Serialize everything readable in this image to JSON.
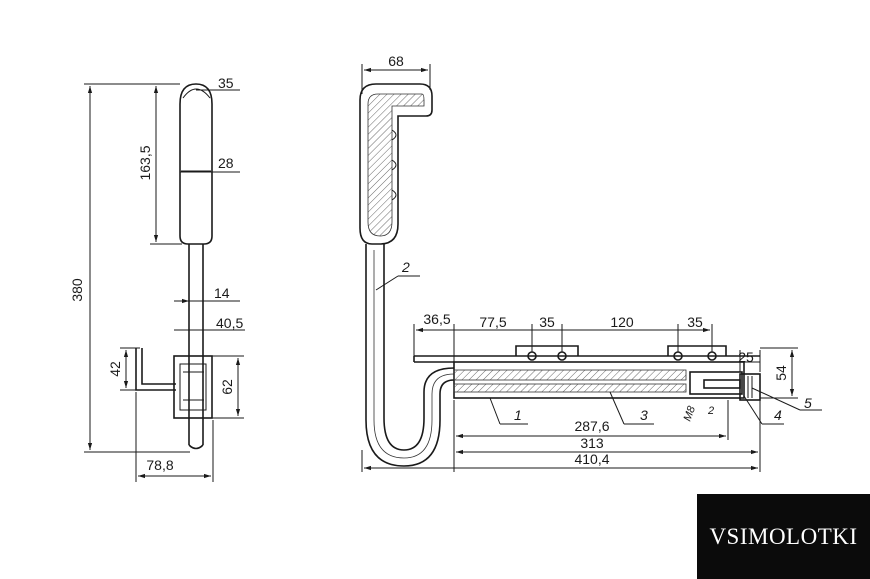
{
  "left_view": {
    "dim_height_total": "380",
    "dim_grip_length": "163,5",
    "dim_top_width": "35",
    "dim_grip_diameter": "28",
    "dim_rod_diameter": "14",
    "dim_block_width": "40,5",
    "dim_bracket_height": "42",
    "dim_block_height": "62",
    "dim_base_width": "78,8"
  },
  "right_view": {
    "dim_handle_width": "68",
    "part_handle": "2",
    "dim_offset_1": "36,5",
    "dim_offset_2": "77,5",
    "dim_hole_pitch_1": "35",
    "dim_hole_span": "120",
    "dim_hole_pitch_2": "35",
    "dim_end_25": "25",
    "dim_height_54": "54",
    "part_1": "1",
    "part_3": "3",
    "part_4": "4",
    "part_5": "5",
    "thread_m8": "M8",
    "thread_2": "2",
    "dim_len_287": "287,6",
    "dim_len_313": "313",
    "dim_len_410": "410,4"
  },
  "brand": {
    "text": "VSIMOLOTKI",
    "background": "#0b0b0b",
    "color": "#ffffff"
  },
  "colors": {
    "line": "#1a1a1a",
    "background": "#ffffff"
  }
}
